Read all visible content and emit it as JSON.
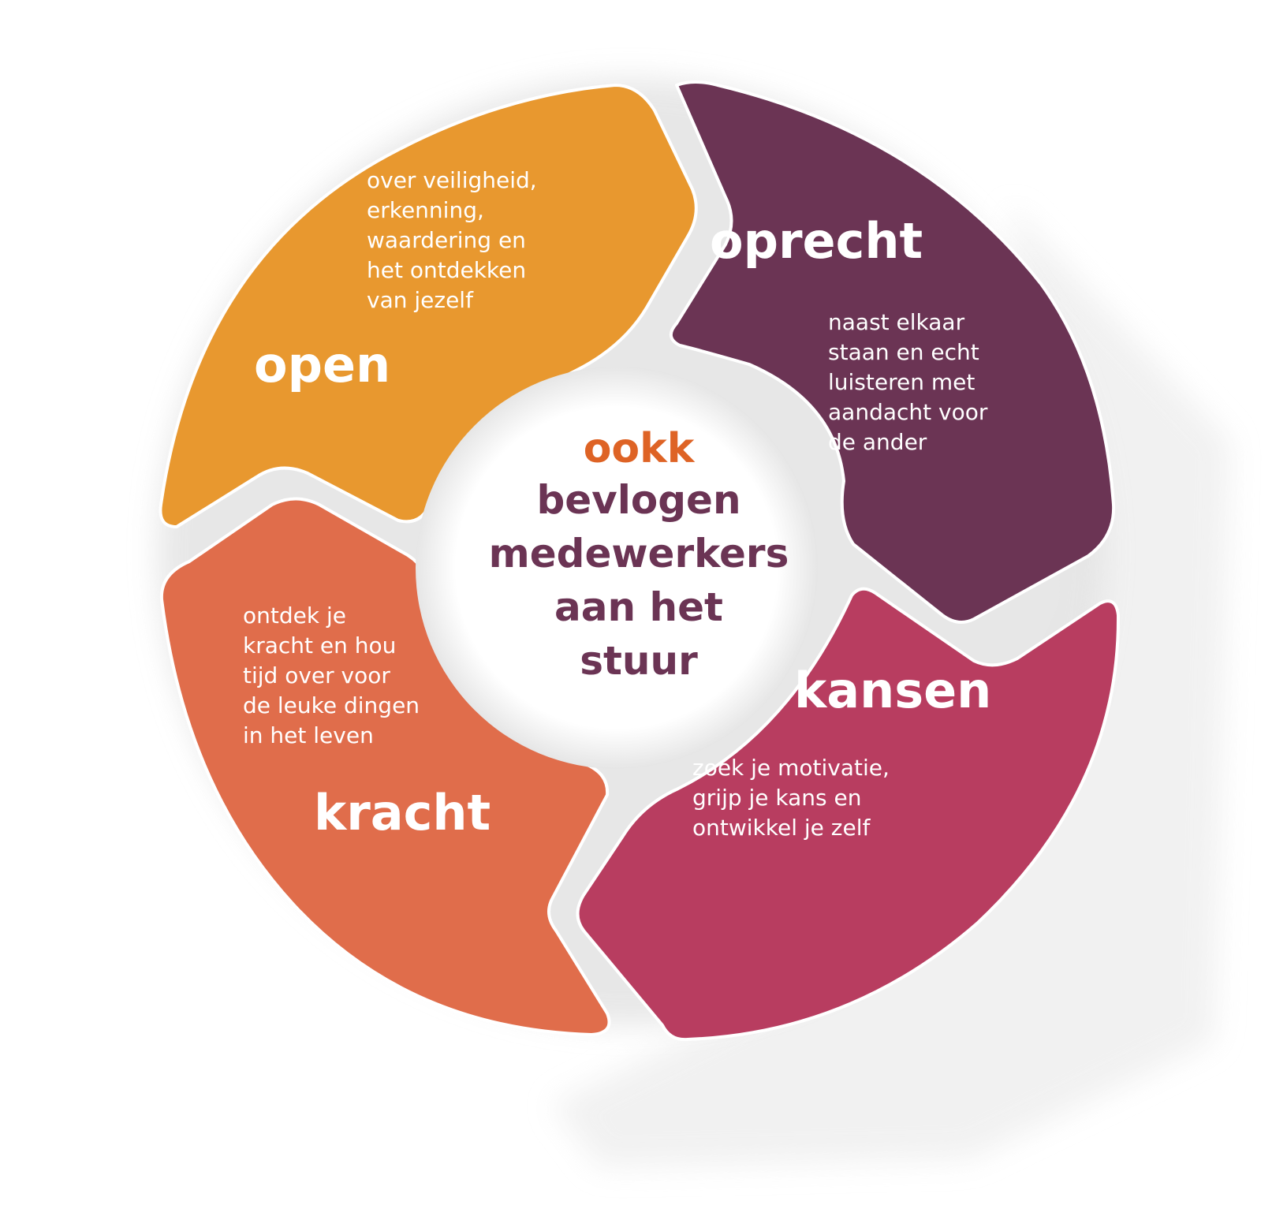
{
  "diagram": {
    "center": {
      "brand": "ookk",
      "tagline": "bevlogen\nmedewerkers\naan het\nstuur"
    },
    "segments": [
      {
        "id": "open",
        "title": "open",
        "description": "over veiligheid,\nerkenning,\nwaardering en\nhet ontdekken\nvan jezelf"
      },
      {
        "id": "oprecht",
        "title": "oprecht",
        "description": "naast elkaar\nstaan en echt\nluisteren met\naandacht voor\nde ander"
      },
      {
        "id": "kansen",
        "title": "kansen",
        "description": "zoek je motivatie,\ngrijp je kans en\nontwikkel je zelf"
      },
      {
        "id": "kracht",
        "title": "kracht",
        "description": "ontdek je\nkracht en hou\ntijd over voor\nde leuke dingen\nin het leven"
      }
    ]
  },
  "colors": {
    "open": "#e8982f",
    "oprecht": "#6b3454",
    "kansen": "#b83d60",
    "kracht": "#e06d4b",
    "brand": "#de6325",
    "tagline": "#6b3454",
    "shadow": "#dcdcdc",
    "center_fill": "#ffffff"
  }
}
